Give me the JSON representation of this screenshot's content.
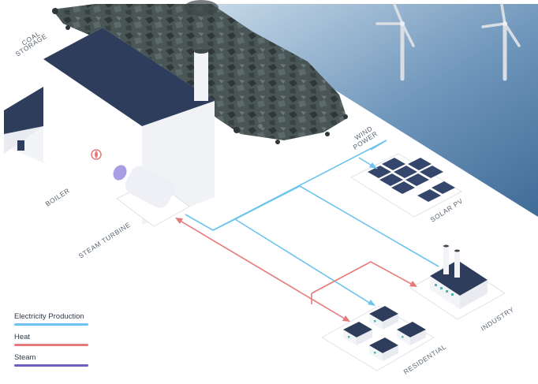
{
  "labels": {
    "coal_storage_1": "COAL",
    "coal_storage_2": "STORAGE",
    "wind_power_1": "WIND",
    "wind_power_2": "POWER",
    "solar_pv": "SOLAR PV",
    "boiler": "BOILER",
    "steam_turbine": "STEAM TURBINE",
    "industry": "INDUSTRY",
    "residential": "RESIDENTIAL"
  },
  "legend": [
    {
      "label": "Electricity Production",
      "color": "#6cc3ee"
    },
    {
      "label": "Heat",
      "color": "#e57a7a"
    },
    {
      "label": "Steam",
      "color": "#6b5fc4"
    }
  ],
  "colors": {
    "sky": "#4f7ca8",
    "roof": "#2e3d5c",
    "panel": "#34466b",
    "coal": "#3e4849",
    "electric": "#6cc3ee",
    "heat": "#e57a7a",
    "steam": "#6b5fc4"
  }
}
